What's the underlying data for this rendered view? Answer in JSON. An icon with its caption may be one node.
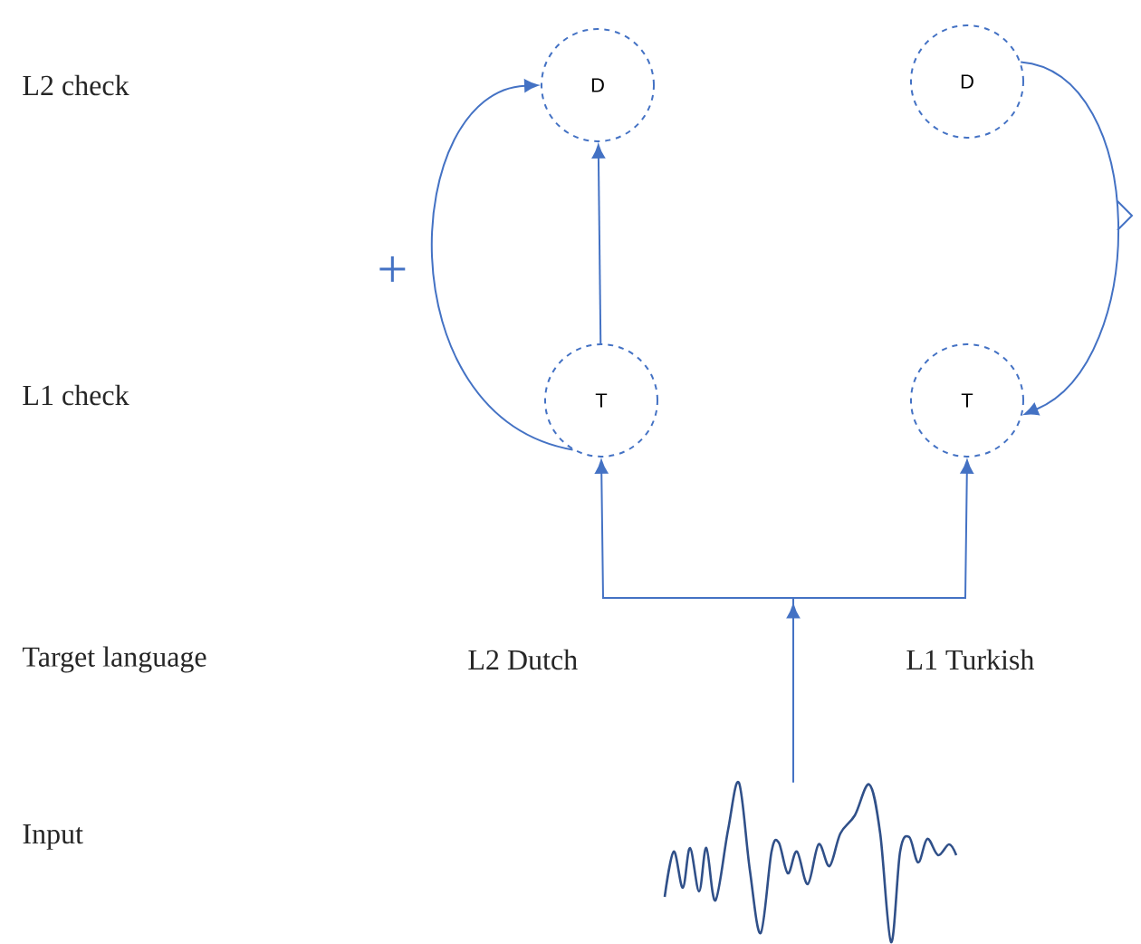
{
  "diagram": {
    "nodes": [
      {
        "text": [
          "D"
        ]
      },
      {
        "text": [
          "D"
        ]
      },
      {
        "text": [
          "T"
        ]
      },
      {
        "text": [
          "T"
        ]
      },
      {
        "text": [],
        "shape": "wave"
      }
    ],
    "edges": [
      {
        "from": 2,
        "to": 0,
        "arrow": "to"
      },
      {
        "from": 2,
        "to": 0,
        "arrow": "to"
      },
      {
        "from": 1,
        "to": 3,
        "arrow": "to"
      },
      {
        "from": 4,
        "to": 2,
        "arrow": "to"
      },
      {
        "from": 4,
        "to": 3,
        "arrow": "to"
      }
    ],
    "labels": [
      "L2 check",
      "+",
      "L1 check",
      "Target language",
      "L2 Dutch",
      "L1 Turkish",
      "Input"
    ]
  }
}
